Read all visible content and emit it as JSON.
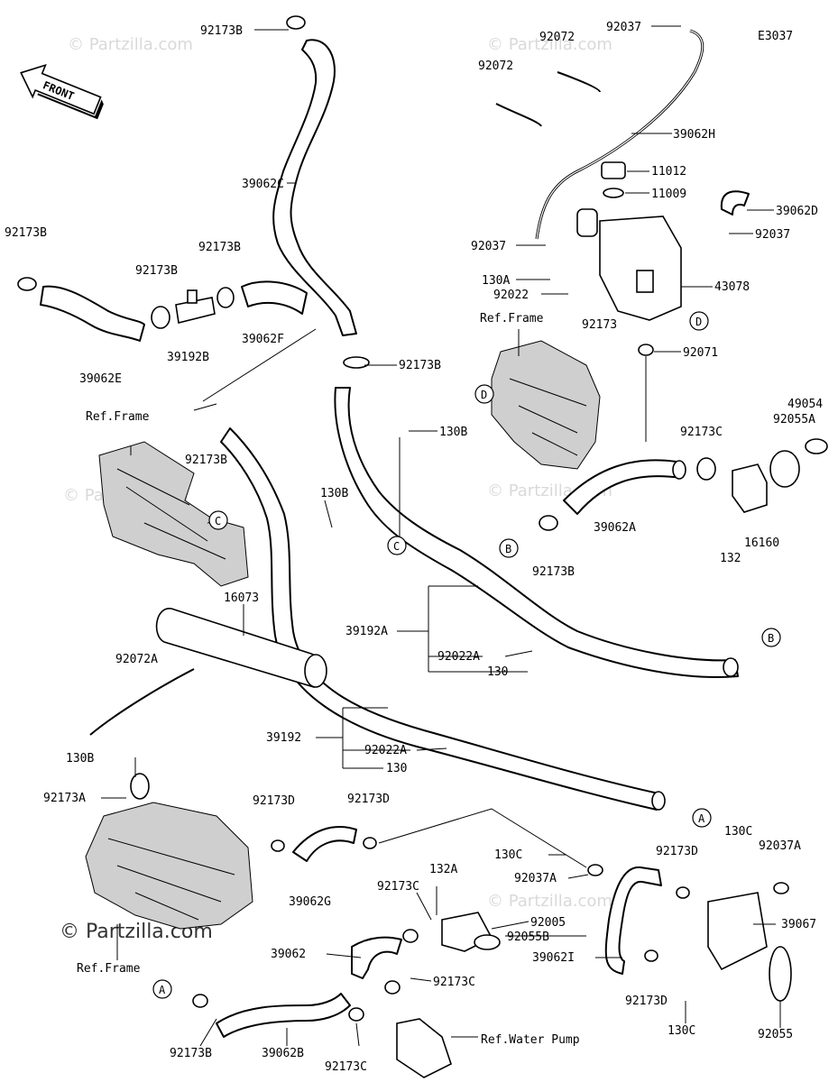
{
  "diagram_code": "E3037",
  "front_arrow": "FRONT",
  "watermark": "© Partzilla.com",
  "ref_labels": {
    "frame1": "Ref.Frame",
    "frame2": "Ref.Frame",
    "frame3": "Ref.Frame",
    "water_pump": "Ref.Water Pump"
  },
  "callouts": {
    "A": "A",
    "B": "B",
    "C": "C",
    "D": "D"
  },
  "labels": [
    "92173B",
    "39062C",
    "92072",
    "92072",
    "92037",
    "39062H",
    "11012",
    "11009",
    "39062D",
    "92037",
    "92037",
    "130A",
    "92022",
    "43078",
    "92173B",
    "92173B",
    "92173B",
    "39192B",
    "39062F",
    "39062E",
    "92173B",
    "92173",
    "92071",
    "49054",
    "92055A",
    "92173C",
    "130B",
    "92173B",
    "130B",
    "39062A",
    "16160",
    "132",
    "92173B",
    "16073",
    "39192A",
    "92022A",
    "130",
    "92072A",
    "39192",
    "92022A",
    "130",
    "130B",
    "92173A",
    "92173D",
    "92173D",
    "39062G",
    "130C",
    "92037A",
    "92173D",
    "130C",
    "92037A",
    "132A",
    "92173C",
    "92005",
    "92055B",
    "39062",
    "39062I",
    "39067",
    "92173C",
    "92173D",
    "92173B",
    "39062B",
    "92173C",
    "130C",
    "92055"
  ],
  "colors": {
    "line": "#000000",
    "watermark": "#d9d9d9",
    "background": "#ffffff"
  }
}
